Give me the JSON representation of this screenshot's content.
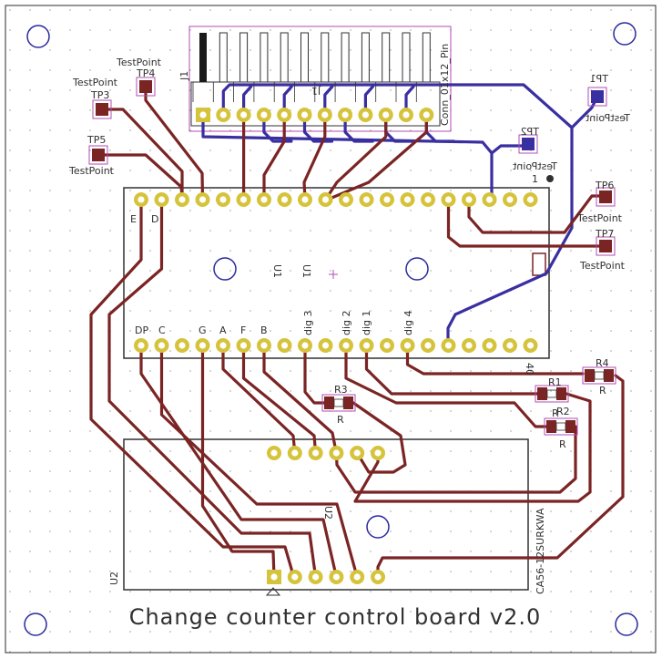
{
  "board": {
    "title": "Change counter control board v2.0",
    "colors": {
      "background": "#ffffff",
      "edge": "#2b2b2b",
      "front_trace": "#7b2424",
      "back_trace": "#3a2fa0",
      "pad": "#d6c33c",
      "pad_hole": "#ffffff",
      "silk": "#303030",
      "courtyard": "#b04cb0",
      "mount_hole": "#2a2aa0",
      "smd_pad": "#7b2424"
    }
  },
  "connector": {
    "ref": "J1",
    "value": "J1",
    "name": "Conn_01x12_Pin"
  },
  "mcu": {
    "ref": "U1",
    "ref_mirror": "U1",
    "pin1_label": "1",
    "pin40_label": "40",
    "top_labels": {
      "e": "E",
      "d": "D"
    },
    "bottom_labels": {
      "dp": "DP",
      "c": "C",
      "g": "G",
      "a": "A",
      "f": "F",
      "b": "B",
      "dig3": "dig 3",
      "dig2": "dig 2",
      "dig1": "dig 1",
      "dig4": "dig 4"
    }
  },
  "display": {
    "ref": "U2",
    "ref_alt": "U2",
    "part": "CA56-12SURKWA"
  },
  "resistors": [
    {
      "ref": "R1",
      "value": "R",
      "body": "R1"
    },
    {
      "ref": "R2",
      "value": "R",
      "body": "R2"
    },
    {
      "ref": "R3",
      "value": "R",
      "body": "R3"
    },
    {
      "ref": "R4",
      "value": "R",
      "body": "R4"
    }
  ],
  "testpoints": [
    {
      "ref": "TP1",
      "value": "TestPoint",
      "mirrored": true
    },
    {
      "ref": "TP2",
      "value": "TestPoint",
      "mirrored": true
    },
    {
      "ref": "TP3",
      "value": "TestPoint",
      "mirrored": false
    },
    {
      "ref": "TP4",
      "value": "TestPoint",
      "mirrored": false
    },
    {
      "ref": "TP5",
      "value": "TestPoint",
      "mirrored": false
    },
    {
      "ref": "TP6",
      "value": "TestPoint",
      "mirrored": false
    },
    {
      "ref": "TP7",
      "value": "TestPoint",
      "mirrored": false
    }
  ]
}
